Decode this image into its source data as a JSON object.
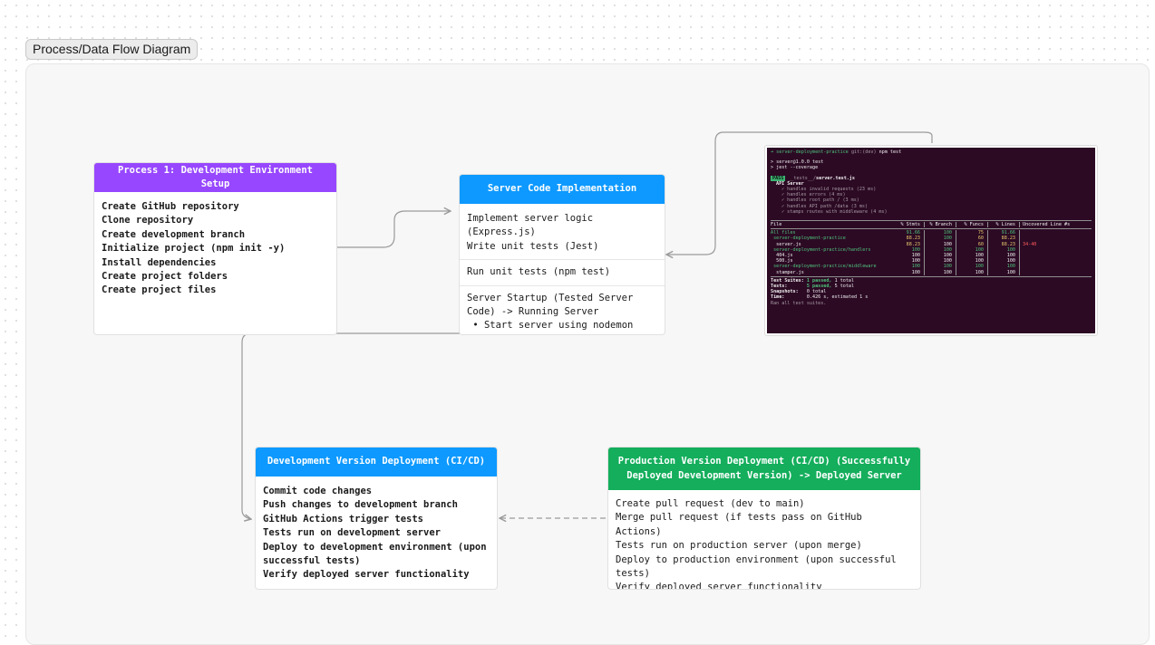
{
  "section_label": "Process/Data Flow Diagram",
  "colors": {
    "purple": "#9747ff",
    "blue": "#0d99ff",
    "green": "#14ae5c",
    "connector": "#9a9a9a"
  },
  "cards": {
    "dev_setup": {
      "title": "Process 1: Development Environment Setup",
      "items": [
        "Create GitHub repository",
        "Clone repository",
        "Create development branch",
        "Initialize project (npm init -y)",
        "Install dependencies",
        "Create project folders",
        "Create project files"
      ]
    },
    "server_impl": {
      "title": "Server Code Implementation",
      "sections": [
        [
          "Implement server logic (Express.js)",
          "Write unit tests (Jest)"
        ],
        [
          "Run unit tests (npm test)"
        ],
        [
          "Server Startup (Tested Server",
          "Code) -> Running Server",
          " • Start server using nodemon"
        ]
      ]
    },
    "dev_deploy": {
      "title": "Development Version Deployment (CI/CD)",
      "items": [
        "Commit code changes",
        "Push changes to development branch",
        "GitHub Actions trigger tests",
        "Tests run on development server",
        "Deploy to development environment (upon",
        "successful tests)",
        "Verify deployed server functionality"
      ]
    },
    "prod_deploy": {
      "title": "Production Version Deployment (CI/CD) (Successfully Deployed Development Version) -> Deployed Server",
      "items": [
        "Create pull request (dev to main)",
        "Merge pull request (if tests pass on GitHub Actions)",
        "Tests run on production server (upon merge)",
        "Deploy to production environment (upon successful",
        "tests)",
        "Verify deployed server functionality"
      ]
    }
  },
  "terminal": {
    "prompt_dir": "server-deployment-practice",
    "prompt_git": "git:(dev)",
    "prompt_cmd": "npm test",
    "script_lines": [
      "> server@1.0.0 test",
      "> jest --coverage"
    ],
    "pass_badge": "PASS",
    "test_file_dir": "__tests__/",
    "test_file_name": "server.test.js",
    "suite_name": "API Server",
    "checks": [
      "✓ handles invalid requests (23 ms)",
      "✓ handles errors (4 ms)",
      "✓ handles root path / (3 ms)",
      "✓ handles API path /data (3 ms)",
      "✓ stamps routes with middleware (4 ms)"
    ],
    "table_headers": [
      "File",
      "% Stmts",
      "% Branch",
      "% Funcs",
      "% Lines",
      "Uncovered Line #s"
    ],
    "table_rows": [
      {
        "file": "All files",
        "stmts": "91.66",
        "branch": "100",
        "funcs": "75",
        "lines": "91.66",
        "uncovered": ""
      },
      {
        "file": " server-deployment-practice",
        "stmts": "88.23",
        "branch": "100",
        "funcs": "60",
        "lines": "88.23",
        "uncovered": ""
      },
      {
        "file": "  server.js",
        "stmts": "88.23",
        "branch": "100",
        "funcs": "60",
        "lines": "88.23",
        "uncovered": "34-40"
      },
      {
        "file": " server-deployment-practice/handlers",
        "stmts": "100",
        "branch": "100",
        "funcs": "100",
        "lines": "100",
        "uncovered": ""
      },
      {
        "file": "  404.js",
        "stmts": "100",
        "branch": "100",
        "funcs": "100",
        "lines": "100",
        "uncovered": ""
      },
      {
        "file": "  500.js",
        "stmts": "100",
        "branch": "100",
        "funcs": "100",
        "lines": "100",
        "uncovered": ""
      },
      {
        "file": " server-deployment-practice/middleware",
        "stmts": "100",
        "branch": "100",
        "funcs": "100",
        "lines": "100",
        "uncovered": ""
      },
      {
        "file": "  stamper.js",
        "stmts": "100",
        "branch": "100",
        "funcs": "100",
        "lines": "100",
        "uncovered": ""
      }
    ],
    "summary": [
      {
        "label": "Test Suites:",
        "passed": "1 passed,",
        "rest": " 1 total"
      },
      {
        "label": "Tests:      ",
        "passed": "5 passed,",
        "rest": " 5 total"
      },
      {
        "label": "Snapshots:  ",
        "passed": "",
        "rest": "0 total"
      },
      {
        "label": "Time:       ",
        "passed": "",
        "rest": "0.426 s, estimated 1 s"
      }
    ],
    "footer": "Ran all test suites."
  }
}
